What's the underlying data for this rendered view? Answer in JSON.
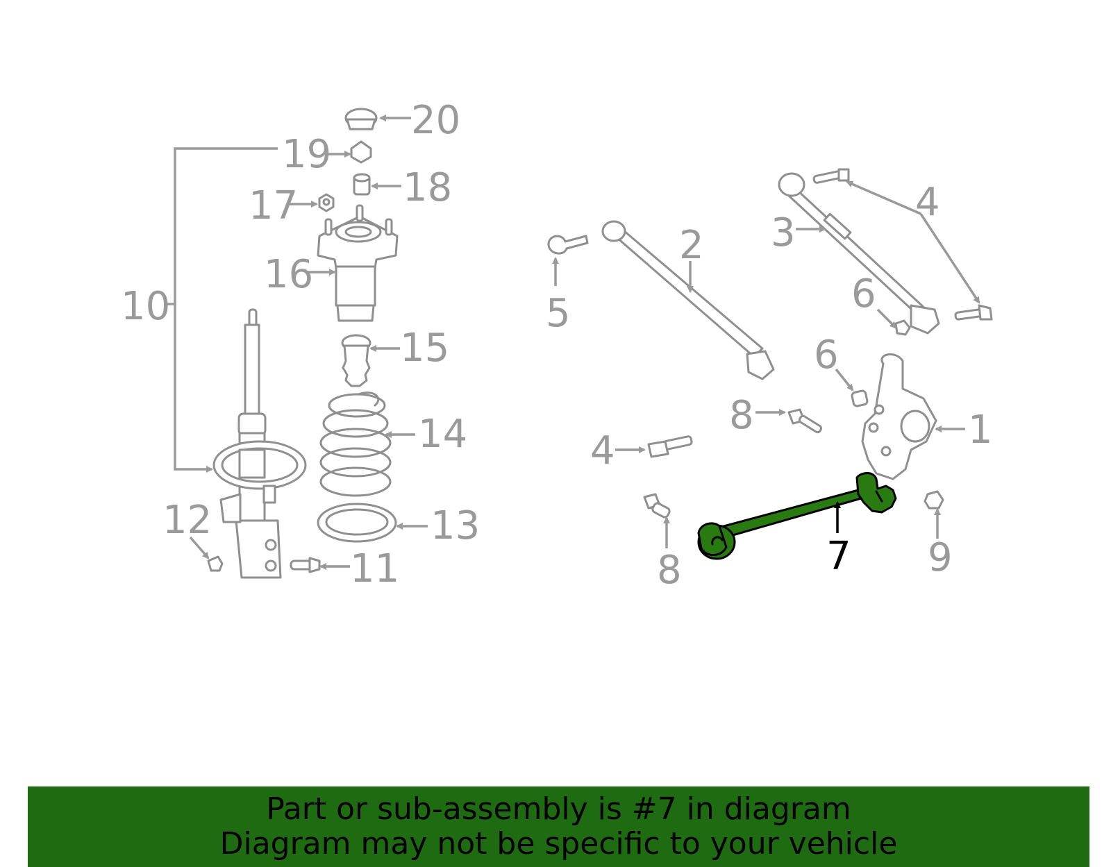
{
  "diagram": {
    "callouts": {
      "c1": "1",
      "c2": "2",
      "c3": "3",
      "c4a": "4",
      "c4b": "4",
      "c5": "5",
      "c6a": "6",
      "c6b": "6",
      "c7": "7",
      "c8a": "8",
      "c8b": "8",
      "c9": "9",
      "c10": "10",
      "c11": "11",
      "c12": "12",
      "c13": "13",
      "c14": "14",
      "c15": "15",
      "c16": "16",
      "c17": "17",
      "c18": "18",
      "c19": "19",
      "c20": "20"
    },
    "highlighted_part": "7",
    "colors": {
      "highlight_fill": "#2a7a12",
      "part_stroke": "#8f8f8f",
      "label_gray": "#9a9a9a",
      "banner_bg": "#1f6b12"
    }
  },
  "banner": {
    "line1": "Part or sub-assembly is #7 in diagram",
    "line2": "Diagram may not be specific to your vehicle"
  }
}
